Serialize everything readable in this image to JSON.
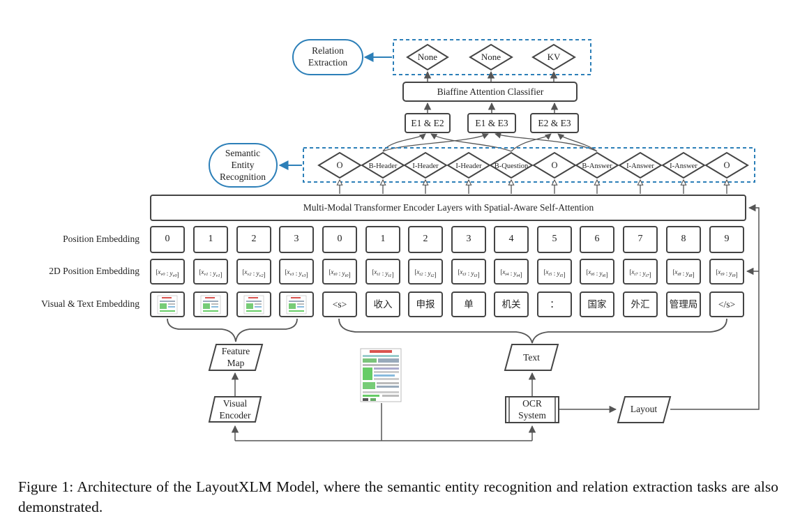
{
  "outputs": {
    "relation_extraction": [
      "Relation",
      "Extraction"
    ],
    "re_labels": [
      "None",
      "None",
      "KV"
    ],
    "classifier": "Biaffine Attention Classifier",
    "pairs": [
      "E1 & E2",
      "E1 & E3",
      "E2 & E3"
    ],
    "semantic_entity_recognition": [
      "Semantic",
      "Entity",
      "Recognition"
    ],
    "ser_labels": [
      "O",
      "B-Header",
      "I-Header",
      "I-Header",
      "B-Question",
      "O",
      "B-Answer",
      "I-Answer",
      "I-Answer",
      "O"
    ]
  },
  "encoder": {
    "label": "Multi-Modal Transformer Encoder Layers with Spatial-Aware Self-Attention"
  },
  "embeddings": {
    "row_labels": [
      "Position Embedding",
      "2D Position Embedding",
      "Visual & Text Embedding"
    ],
    "visual_positions": [
      "0",
      "1",
      "2",
      "3"
    ],
    "text_positions": [
      "0",
      "1",
      "2",
      "3",
      "4",
      "5",
      "6",
      "7",
      "8",
      "9"
    ],
    "visual_2d": [
      {
        "x": "x",
        "xs": "v0",
        "y": "y",
        "ys": "v0"
      },
      {
        "x": "x",
        "xs": "v1",
        "y": "y",
        "ys": "v1"
      },
      {
        "x": "x",
        "xs": "v2",
        "y": "y",
        "ys": "v2"
      },
      {
        "x": "x",
        "xs": "v3",
        "y": "y",
        "ys": "v3"
      }
    ],
    "text_2d": [
      {
        "x": "x",
        "xs": "t0",
        "y": "y",
        "ys": "t0"
      },
      {
        "x": "x",
        "xs": "t1",
        "y": "y",
        "ys": "t1"
      },
      {
        "x": "x",
        "xs": "t2",
        "y": "y",
        "ys": "t2"
      },
      {
        "x": "x",
        "xs": "t3",
        "y": "y",
        "ys": "t3"
      },
      {
        "x": "x",
        "xs": "t4",
        "y": "y",
        "ys": "t4"
      },
      {
        "x": "x",
        "xs": "t5",
        "y": "y",
        "ys": "t5"
      },
      {
        "x": "x",
        "xs": "t6",
        "y": "y",
        "ys": "t6"
      },
      {
        "x": "x",
        "xs": "t7",
        "y": "y",
        "ys": "t7"
      },
      {
        "x": "x",
        "xs": "t8",
        "y": "y",
        "ys": "t8"
      },
      {
        "x": "x",
        "xs": "t9",
        "y": "y",
        "ys": "t9"
      }
    ],
    "text_tokens": [
      "<s>",
      "收入",
      "申报",
      "单",
      "机关",
      "：",
      "国家",
      "外汇",
      "管理局",
      "</s>"
    ]
  },
  "pipeline": {
    "feature_map": [
      "Feature",
      "Map"
    ],
    "visual_encoder": [
      "Visual",
      "Encoder"
    ],
    "text": "Text",
    "ocr_system": [
      "OCR",
      "System"
    ],
    "layout": "Layout"
  },
  "caption": "Figure 1: Architecture of the LayoutXLM Model, where the semantic entity recognition and relation extraction tasks are also demonstrated.",
  "colors": {
    "accent_blue": "#2c7fb8",
    "stroke": "#444444"
  }
}
